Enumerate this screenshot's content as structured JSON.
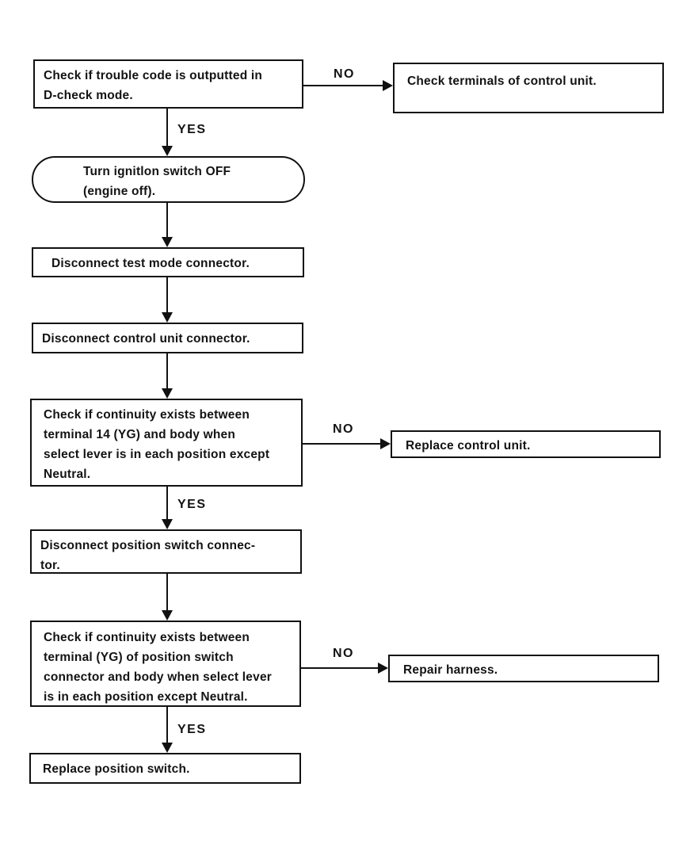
{
  "flowchart": {
    "edge_labels": {
      "yes": "YES",
      "no": "NO"
    },
    "nodes": {
      "check_trouble_code": "Check if trouble code is outputted in\nD-check mode.",
      "check_terminals": "Check terminals of control unit.",
      "turn_ignition_off": "Turn ignitlon switch OFF\n(engine off).",
      "disconnect_test_mode": "Disconnect test mode connector.",
      "disconnect_control_unit": "Disconnect control unit connector.",
      "check_continuity_terminal_14": "Check if continuity exists between\nterminal 14 (YG) and body when\nselect lever is in each position except\nNeutral.",
      "replace_control_unit": "Replace control unit.",
      "disconnect_position_switch": "Disconnect position switch connec-\ntor.",
      "check_continuity_yg": "Check if continuity exists between\nterminal (YG) of position switch\nconnector and body when select lever\nis in each position except Neutral.",
      "repair_harness": "Repair harness.",
      "replace_position_switch": "Replace position switch."
    }
  }
}
